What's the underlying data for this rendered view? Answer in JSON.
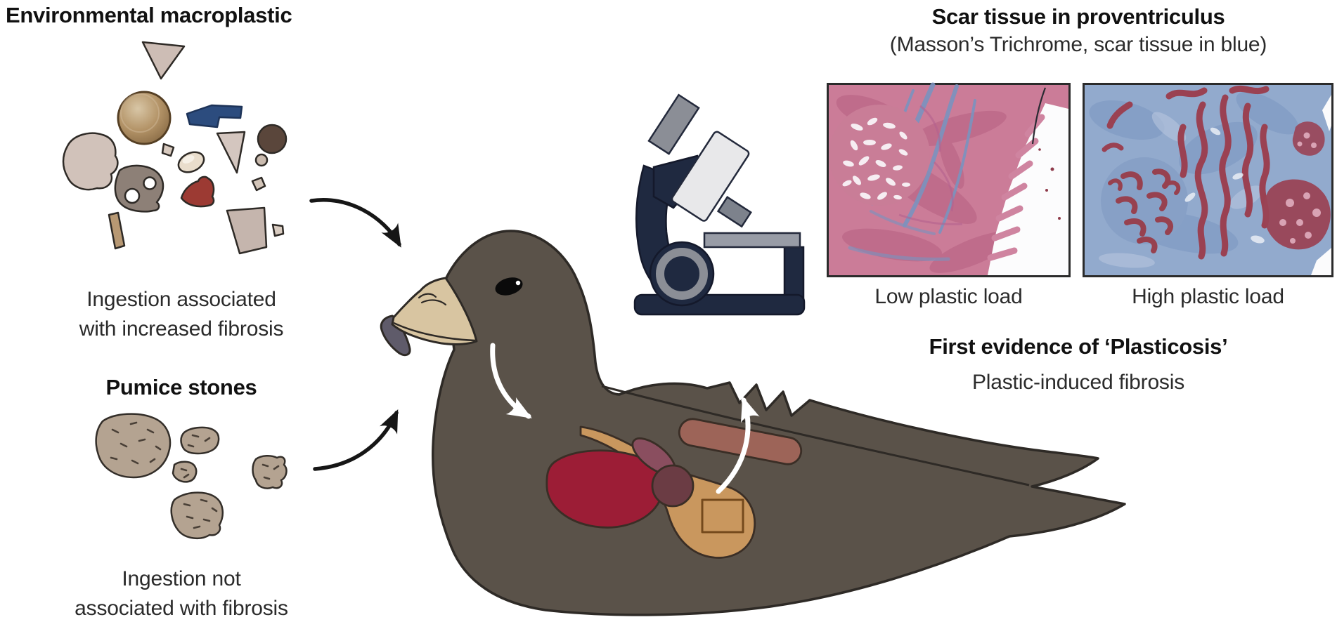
{
  "figure": {
    "left": {
      "macroplastic_title": "Environmental macroplastic",
      "macroplastic_caption": [
        "Ingestion associated",
        "with increased fibrosis"
      ],
      "pumice_title": "Pumice stones",
      "pumice_caption": [
        "Ingestion not",
        "associated with fibrosis"
      ]
    },
    "right": {
      "title": "Scar tissue in proventriculus",
      "subtitle": "(Masson’s Trichrome, scar tissue in blue)",
      "histology_labels": {
        "low": "Low plastic load",
        "high": "High plastic load"
      },
      "finding_title": "First evidence of ‘Plasticosis’",
      "finding_subtitle": "Plastic-induced fibrosis"
    },
    "colors": {
      "bird_body": "#5a5249",
      "bird_outline": "#2e2a26",
      "beak": "#d8c5a1",
      "beak_tip": "#5f5b6a",
      "liver": "#9c1d36",
      "stomach_tract": "#c9975e",
      "proventriculus": "#8a4e5f",
      "gizzard": "#6b3c44",
      "intestine": "#9d6458",
      "pumice": "#b4a391",
      "plastic_blue": "#2c4c7e",
      "plastic_red": "#9c3a33",
      "microscope_navy": "#1f2940",
      "scar_blue": "#7b93bf",
      "tissue_pink": "#cb7c98"
    }
  }
}
